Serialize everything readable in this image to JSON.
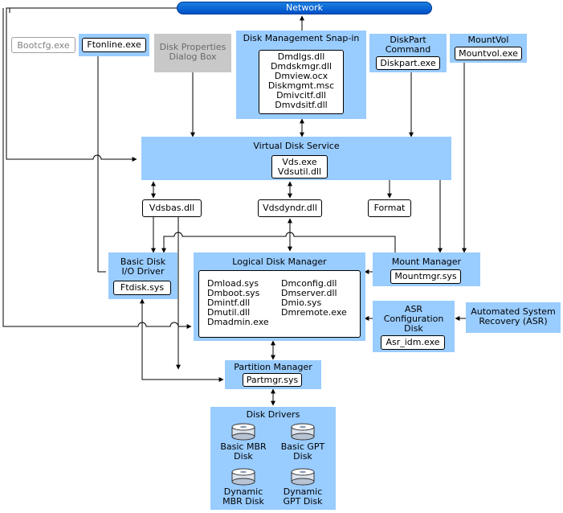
{
  "network": "Network",
  "bootcfg": "Bootcfg.exe",
  "ftonline": "Ftonline.exe",
  "disk_properties": "Disk Properties\nDialog Box",
  "disk_mgmt": {
    "title": "Disk Management Snap-in",
    "files": [
      "Dmdlgs.dll",
      "Dmdskmgr.dll",
      "Dmview.ocx",
      "Diskmgmt.msc",
      "Dmivcitf.dll",
      "Dmvdsitf.dll"
    ]
  },
  "diskpart": {
    "title": "DiskPart\nCommand",
    "file": "Diskpart.exe"
  },
  "mountvol": {
    "title": "MountVol",
    "file": "Mountvol.exe"
  },
  "vds": {
    "title": "Virtual Disk Service",
    "files": [
      "Vds.exe",
      "Vdsutil.dll"
    ]
  },
  "vdsbas": "Vdsbas.dll",
  "vdsdyndr": "Vdsdyndr.dll",
  "format": "Format",
  "basic_disk_driver": {
    "title": "Basic Disk\nI/O Driver",
    "file": "Ftdisk.sys"
  },
  "ldm": {
    "title": "Logical Disk Manager",
    "col1": [
      "Dmload.sys",
      "Dmboot.sys",
      "Dmintf.dll",
      "Dmutil.dll",
      "Dmadmin.exe"
    ],
    "col2": [
      "Dmconfig.dll",
      "Dmserver.dll",
      "Dmio.sys",
      "Dmremote.exe"
    ]
  },
  "mount_manager": {
    "title": "Mount Manager",
    "file": "Mountmgr.sys"
  },
  "asr": {
    "title": "ASR\nConfiguration\nDisk",
    "file": "Asr_idm.exe"
  },
  "automated_recovery": "Automated System\nRecovery (ASR)",
  "partition_manager": {
    "title": "Partition Manager",
    "file": "Partmgr.sys"
  },
  "disk_drivers": {
    "title": "Disk Drivers",
    "disks": [
      "Basic MBR\nDisk",
      "Basic GPT\nDisk",
      "Dynamic\nMBR Disk",
      "Dynamic\nGPT Disk"
    ]
  },
  "colors": {
    "box": "#99ccff",
    "gray_box": "#c8c8c8",
    "network": "#0050c8",
    "line": "#000000"
  }
}
